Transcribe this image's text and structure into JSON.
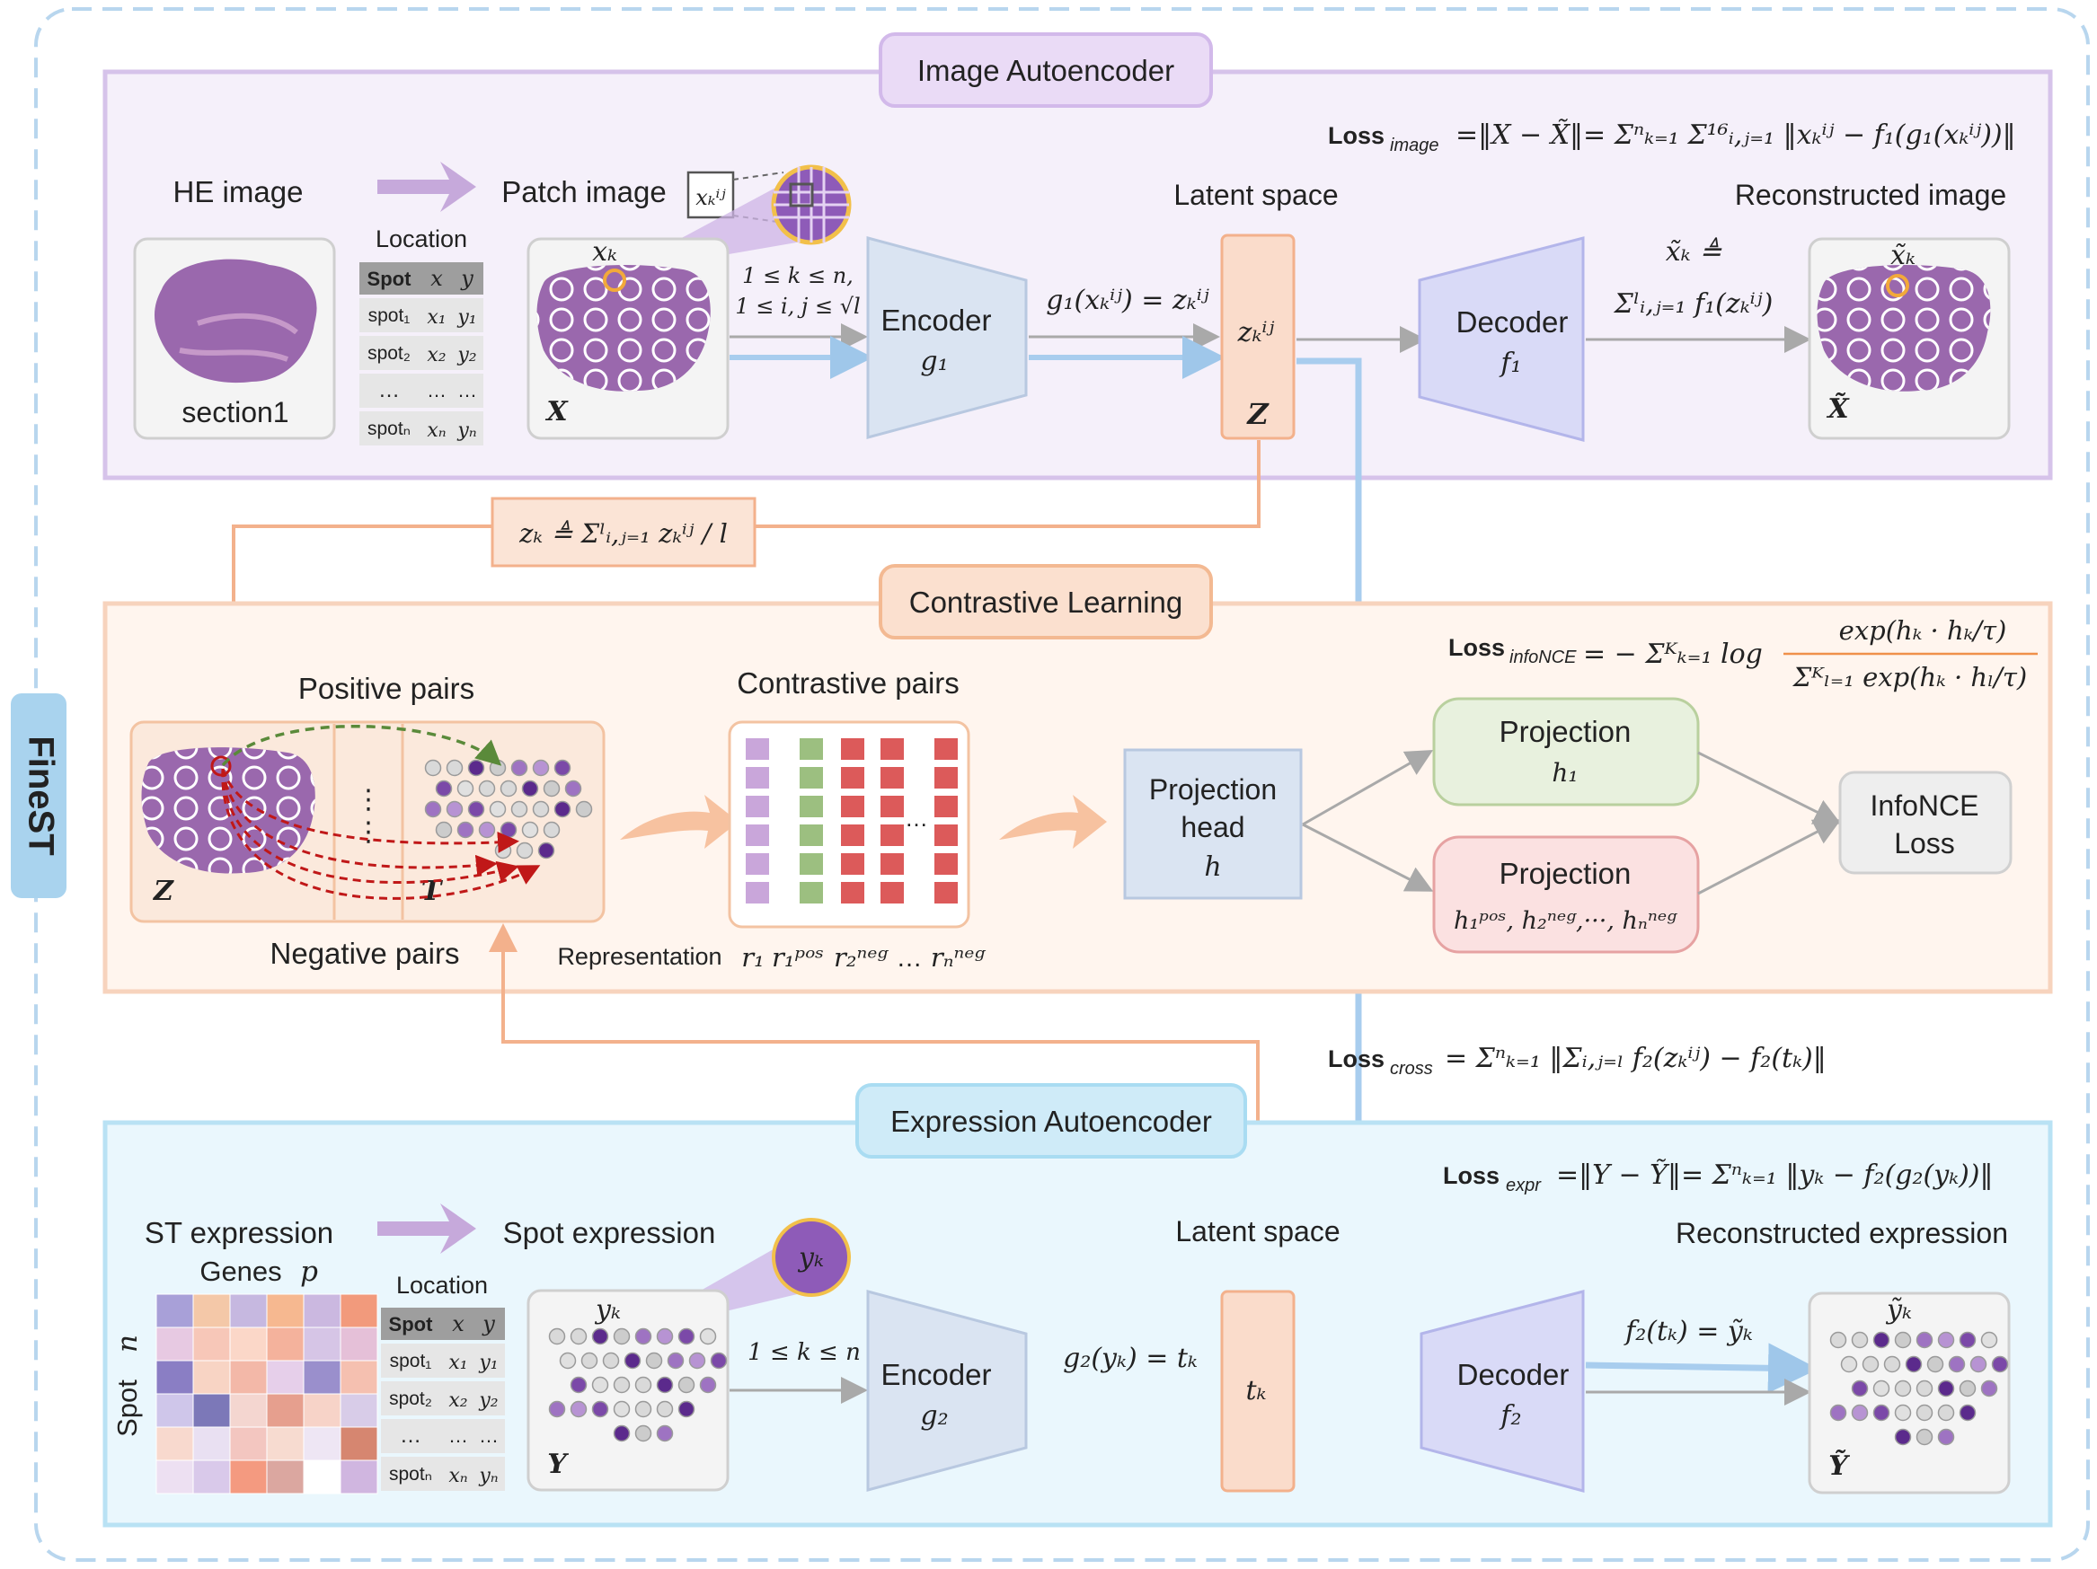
{
  "brand": "FineST",
  "colors": {
    "image_accent": "#7d3cb5",
    "contrast_accent": "#f0904a",
    "expr_accent": "#27aee0",
    "cross_accent": "#2a74c2",
    "positive": "#5a8a3a",
    "negative": "#c01818"
  },
  "image_ae": {
    "title": "Image Autoencoder",
    "loss_label": "Loss",
    "loss_sub": "image",
    "loss_formula": "=‖X − X̃‖= Σⁿₖ₌₁ Σ¹⁶ᵢ,ⱼ₌₁ ‖xₖⁱʲ − f₁(g₁(xₖⁱʲ))‖",
    "he_label": "HE image",
    "section_label": "section1",
    "patch_label": "Patch image",
    "patch_sym": "xₖⁱʲ",
    "xk_label": "xₖ",
    "X_label": "X",
    "range_1": "1 ≤ k ≤ n,",
    "range_2": "1 ≤ i, j ≤ √l",
    "encoder_label": "Encoder",
    "encoder_fn": "g₁",
    "encode_formula": "g₁(xₖⁱʲ) = zₖⁱʲ",
    "latent_label": "Latent space",
    "latent_sym": "zₖⁱʲ",
    "Z_label": "Z",
    "decoder_label": "Decoder",
    "decoder_fn": "f₁",
    "decode_line1": "x̃ₖ ≜",
    "decode_line2": "Σˡᵢ,ⱼ₌₁ f₁(zₖⁱʲ)",
    "recon_label": "Reconstructed image",
    "recon_sym": "x̃ₖ",
    "Xt_label": "X̃",
    "aggregate": "zₖ ≜ Σˡᵢ,ⱼ₌₁ zₖⁱʲ / l"
  },
  "location_table": {
    "title": "Location",
    "headers": [
      "Spot",
      "x",
      "y"
    ],
    "rows": [
      [
        "spot₁",
        "x₁",
        "y₁"
      ],
      [
        "spot₂",
        "x₂",
        "y₂"
      ],
      [
        "…",
        "…",
        "…"
      ],
      [
        "spotₙ",
        "xₙ",
        "yₙ"
      ]
    ]
  },
  "contrastive": {
    "title": "Contrastive Learning",
    "loss_label": "Loss",
    "loss_sub": "infoNCE",
    "loss_prefix": "= − Σᴷₖ₌₁ log",
    "loss_num": "exp(hₖ · hₖ/τ)",
    "loss_den": "Σᴷₗ₌₁ exp(hₖ · hₗ/τ)",
    "positive_label": "Positive pairs",
    "negative_label": "Negative pairs",
    "Z_label": "Z",
    "T_label": "T",
    "pairs_label": "Contrastive pairs",
    "representation_label": "Representation",
    "r1": "r₁",
    "rpos": "r₁ᵖᵒˢ",
    "rneg": "r₂ⁿᵉᵍ",
    "rdots": "…",
    "rnneg": "rₙⁿᵉᵍ",
    "proj_head_1": "Projection",
    "proj_head_2": "head",
    "proj_head_sym": "h",
    "proj_pos_label": "Projection",
    "proj_pos_sym": "h₁",
    "proj_neg_label": "Projection",
    "proj_neg_sym": "h₁ᵖᵒˢ, h₂ⁿᵉᵍ,···, hₙⁿᵉᵍ",
    "infonce_1": "InfoNCE",
    "infonce_2": "Loss"
  },
  "cross": {
    "loss_label": "Loss",
    "loss_sub": "cross",
    "loss_formula": "= Σⁿₖ₌₁ ‖Σᵢ,ⱼ₌ₗ f₂(zₖⁱʲ) − f₂(tₖ)‖"
  },
  "expression_ae": {
    "title": "Expression Autoencoder",
    "loss_label": "Loss",
    "loss_sub": "expr",
    "loss_formula": "=‖Y − Ỹ‖= Σⁿₖ₌₁ ‖yₖ − f₂(g₂(yₖ))‖",
    "st_label": "ST expression",
    "genes_label": "Genes",
    "genes_sym": "p",
    "spot_axis": "Spot",
    "spot_sym": "n",
    "spot_expr_label": "Spot expression",
    "yk_bubble": "yₖ",
    "yk_label": "yₖ",
    "Y_label": "Y",
    "range": "1 ≤ k ≤ n",
    "encoder_label": "Encoder",
    "encoder_fn": "g₂",
    "encode_formula": "g₂(yₖ) = tₖ",
    "latent_label": "Latent space",
    "latent_sym": "tₖ",
    "decoder_label": "Decoder",
    "decoder_fn": "f₂",
    "decode_formula": "f₂(tₖ) = ỹₖ",
    "recon_label": "Reconstructed expression",
    "recon_sym": "ỹₖ",
    "Yt_label": "Ỹ"
  }
}
